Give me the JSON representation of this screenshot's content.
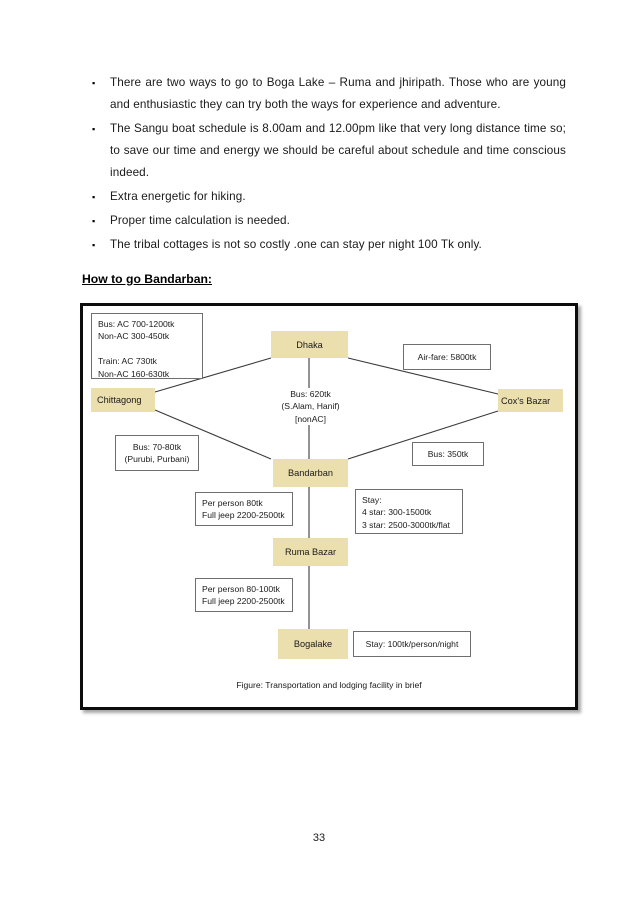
{
  "document": {
    "page_number": "33",
    "bullets": [
      {
        "marker": "▪",
        "text": "There are two ways to go to Boga Lake – Ruma and jhiripath. Those who are young and enthusiastic they can try both the ways for experience and adventure."
      },
      {
        "marker": "▪",
        "text": "The Sangu boat schedule is 8.00am and 12.00pm like that very long distance time so; to save our time and energy we should be careful about schedule and time conscious indeed."
      },
      {
        "marker": "▪",
        "text": "Extra energetic for hiking."
      },
      {
        "marker": "▪",
        "text": "Proper time calculation is needed."
      },
      {
        "marker": "▪",
        "text": "The tribal cottages is not so costly .one can stay per night 100 Tk only."
      }
    ],
    "heading": "How to go Bandarban:"
  },
  "figure": {
    "caption": "Figure: Transportation and lodging facility in brief",
    "node_fill": "#ecdfae",
    "info_border": "#6f6f6f",
    "nodes": [
      {
        "id": "dhaka",
        "label": "Dhaka"
      },
      {
        "id": "chittagong",
        "label": "Chittagong"
      },
      {
        "id": "coxs-bazar",
        "label": "Cox's Bazar"
      },
      {
        "id": "bandarban",
        "label": "Bandarban"
      },
      {
        "id": "ruma-bazar",
        "label": "Ruma Bazar"
      },
      {
        "id": "bogalake",
        "label": "Bogalake"
      }
    ],
    "info_boxes": [
      {
        "id": "dhaka-chittagong-fares",
        "text": "Bus: AC 700-1200tk\n        Non-AC 300-450tk\n\nTrain: AC 730tk\n          Non-AC 160-630tk"
      },
      {
        "id": "dhaka-coxs-airfare",
        "text": "Air-fare: 5800tk"
      },
      {
        "id": "chittagong-bandarban-bus",
        "text": "Bus: 70-80tk\n(Purubi, Purbani)"
      },
      {
        "id": "coxs-bandarban-bus",
        "text": "Bus: 350tk"
      },
      {
        "id": "bandarban-ruma-fare",
        "text": "Per person 80tk\nFull jeep 2200-2500tk"
      },
      {
        "id": "bandarban-stay",
        "text": "Stay:\n4 star: 300-1500tk\n3 star: 2500-3000tk/flat"
      },
      {
        "id": "ruma-bogalake-fare",
        "text": "Per person 80-100tk\nFull jeep 2200-2500tk"
      },
      {
        "id": "bogalake-stay",
        "text": "Stay: 100tk/person/night"
      }
    ],
    "plain_labels": [
      {
        "id": "dhaka-bandarban-bus",
        "text": "Bus: 620tk\n(S.Alam, Hanif)\n[nonAC]"
      }
    ]
  }
}
